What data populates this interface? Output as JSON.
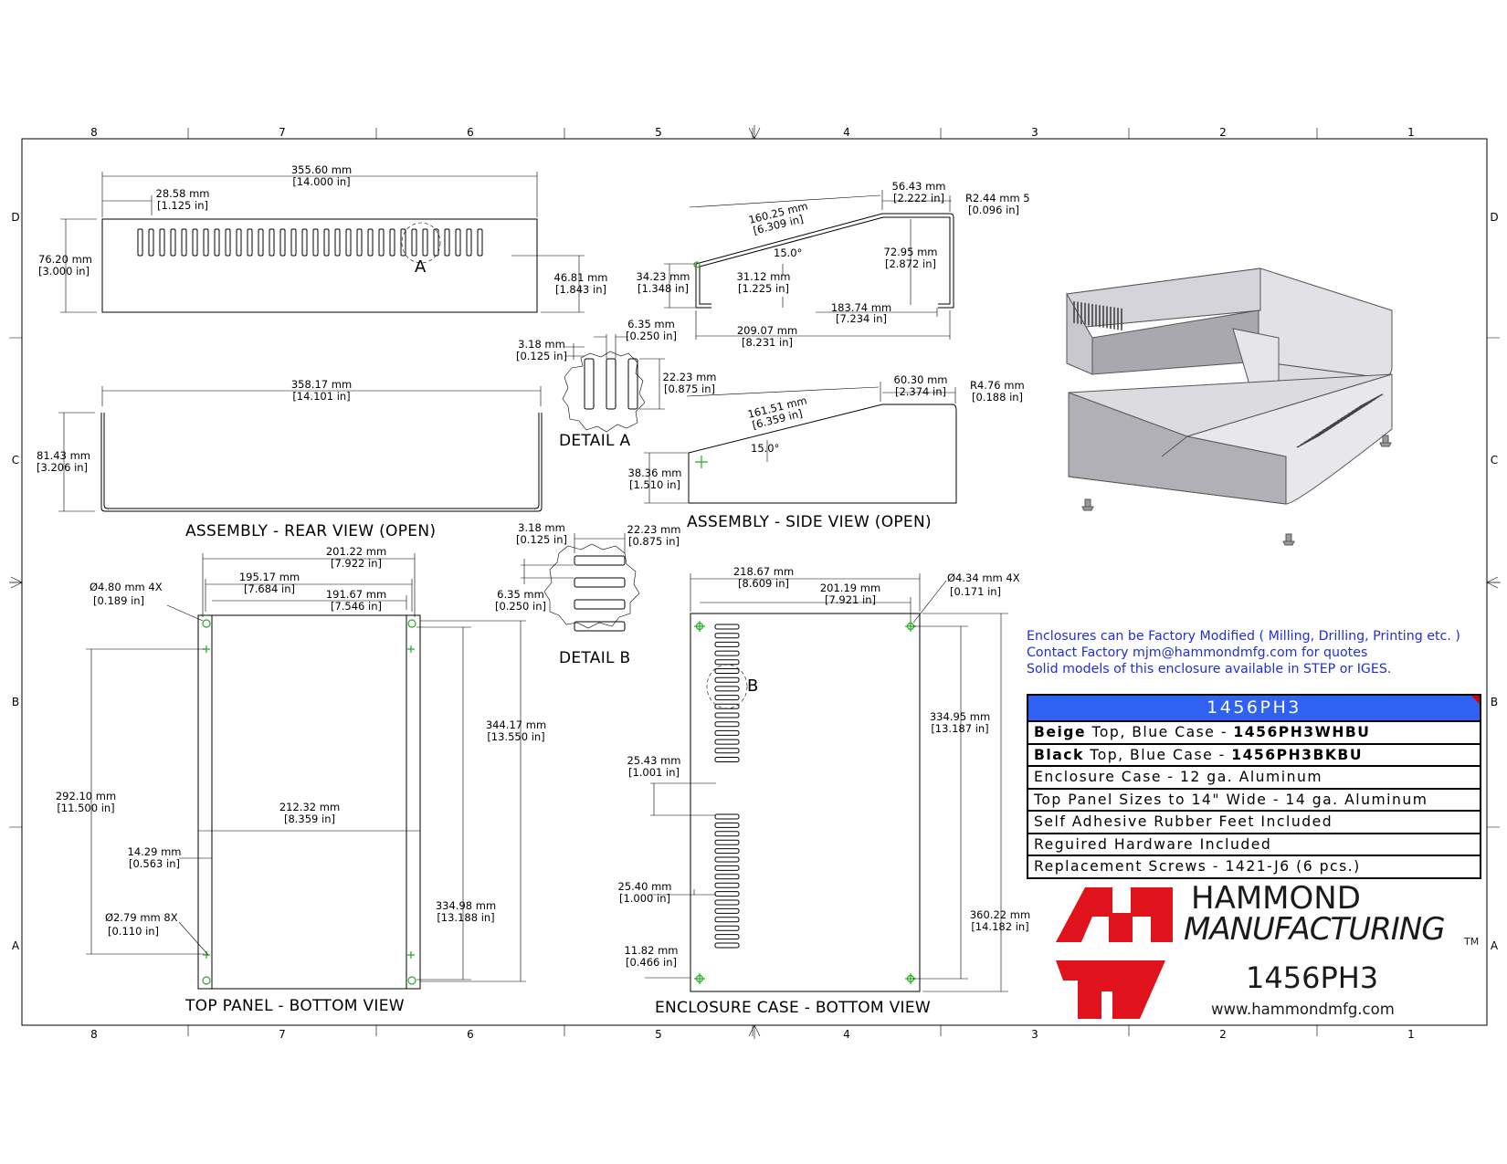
{
  "border": {
    "columns": [
      "8",
      "7",
      "6",
      "5",
      "4",
      "3",
      "2",
      "1"
    ],
    "rows": [
      "D",
      "C",
      "B",
      "A"
    ]
  },
  "views": {
    "rear_view": {
      "label": "ASSEMBLY - REAR VIEW (OPEN)",
      "dims": [
        "355.60 mm",
        "[14.000 in]",
        "28.58 mm",
        "[1.125 in]",
        "76.20 mm",
        "[3.000 in]",
        "46.81 mm",
        "[1.843 in]",
        "358.17 mm",
        "[14.101 in]",
        "81.43 mm",
        "[3.206 in]"
      ],
      "detail_callout": "A"
    },
    "side_view": {
      "label": "ASSEMBLY - SIDE VIEW (OPEN)",
      "dims": [
        "160.25 mm",
        "[6.309 in]",
        "56.43 mm",
        "[2.222 in]",
        "R2.44 mm 5",
        "[0.096 in]",
        "15.0°",
        "72.95 mm",
        "[2.872 in]",
        "34.23 mm",
        "[1.348 in]",
        "31.12 mm",
        "[1.225 in]",
        "183.74 mm",
        "[7.234 in]",
        "209.07 mm",
        "[8.231 in]",
        "161.51 mm",
        "[6.359 in]",
        "60.30 mm",
        "[2.374 in]",
        "R4.76 mm",
        "[0.188 in]",
        "15.0°",
        "38.36 mm",
        "[1.510 in]"
      ]
    },
    "detail_a": {
      "label": "DETAIL  A",
      "dims": [
        "6.35 mm",
        "[0.250 in]",
        "3.18 mm",
        "[0.125 in]",
        "22.23 mm",
        "[0.875 in]"
      ]
    },
    "detail_b": {
      "label": "DETAIL  B",
      "dims": [
        "3.18 mm",
        "[0.125 in]",
        "22.23 mm",
        "[0.875 in]",
        "6.35 mm",
        "[0.250 in]"
      ]
    },
    "top_panel": {
      "label": "TOP PANEL - BOTTOM VIEW",
      "dims": [
        "201.22 mm",
        "[7.922 in]",
        "195.17 mm",
        "[7.684 in]",
        "191.67 mm",
        "[7.546 in]",
        "Ø4.80 mm 4X",
        "[0.189 in]",
        "344.17 mm",
        "[13.550 in]",
        "292.10 mm",
        "[11.500 in]",
        "212.32 mm",
        "[8.359 in]",
        "14.29 mm",
        "[0.563 in]",
        "Ø2.79 mm 8X",
        "[0.110 in]",
        "334.98 mm",
        "[13.188 in]"
      ]
    },
    "enclosure_case": {
      "label": "ENCLOSURE CASE - BOTTOM VIEW",
      "dims": [
        "218.67 mm",
        "[8.609 in]",
        "201.19 mm",
        "[7.921 in]",
        "Ø4.34 mm 4X",
        "[0.171 in]",
        "334.95 mm",
        "[13.187 in]",
        "25.43 mm",
        "[1.001 in]",
        "25.40 mm",
        "[1.000 in]",
        "360.22 mm",
        "[14.182 in]",
        "11.82 mm",
        "[0.466 in]"
      ],
      "detail_callout": "B"
    }
  },
  "notes": [
    "Enclosures can be Factory Modified ( Milling, Drilling, Printing etc. )",
    "Contact Factory mjm@hammondmfg.com for quotes",
    "Solid models of this enclosure available in STEP or IGES."
  ],
  "spec_table": {
    "title": "1456PH3",
    "rows": [
      {
        "bold1": "Beige",
        "text": " Top, Blue Case - ",
        "bold2": "1456PH3WHBU"
      },
      {
        "bold1": "Black",
        "text": " Top, Blue Case - ",
        "bold2": "1456PH3BKBU"
      },
      {
        "bold1": "",
        "text": "Enclosure Case - 12 ga. Aluminum",
        "bold2": ""
      },
      {
        "bold1": "",
        "text": "Top Panel Sizes to 14\" Wide - 14 ga. Aluminum",
        "bold2": ""
      },
      {
        "bold1": "",
        "text": "Self Adhesive Rubber Feet Included",
        "bold2": ""
      },
      {
        "bold1": "",
        "text": "Reguired Hardware Included",
        "bold2": ""
      },
      {
        "bold1": "",
        "text": "Replacement Screws - 1421-J6 (6 pcs.)",
        "bold2": ""
      }
    ]
  },
  "title_block": {
    "brand_line1": "HAMMOND",
    "brand_line2": "MANUFACTURING",
    "trademark": "TM",
    "part_number": "1456PH3",
    "website": "www.hammondmfg.com",
    "logo_color": "#e0121b"
  }
}
